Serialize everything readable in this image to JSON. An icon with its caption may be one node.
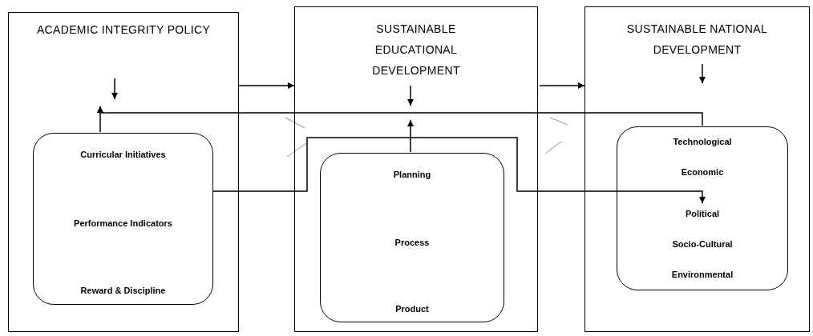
{
  "diagram": {
    "nodes": [
      {
        "text": [
          "ACADEMIC INTEGRITY POLICY"
        ]
      },
      {
        "text": [
          "Curricular Initiatives",
          "Performance Indicators",
          "Reward & Discipline"
        ],
        "in": 0
      },
      {
        "text": [
          "SUSTAINABLE EDUCATIONAL DEVELOPMENT"
        ]
      },
      {
        "text": [
          "Planning",
          "Process",
          "Product"
        ],
        "in": 2
      },
      {
        "text": [
          "SUSTAINABLE NATIONAL DEVELOPMENT"
        ]
      },
      {
        "text": [
          "Technological",
          "Economic",
          "Political",
          "Socio-Cultural",
          "Environmental"
        ],
        "in": 4
      }
    ],
    "edges": [
      {
        "from": 0,
        "to": 2,
        "arrow": "to"
      },
      {
        "from": 2,
        "to": 4,
        "arrow": "to"
      },
      {
        "from": 5,
        "to": null,
        "arrow": "to"
      },
      {
        "from": 1,
        "to": null,
        "arrow": "to"
      },
      {
        "from": 1,
        "to": 5,
        "arrow": "to"
      },
      {
        "from": 3,
        "to": null,
        "arrow": "to"
      }
    ]
  }
}
